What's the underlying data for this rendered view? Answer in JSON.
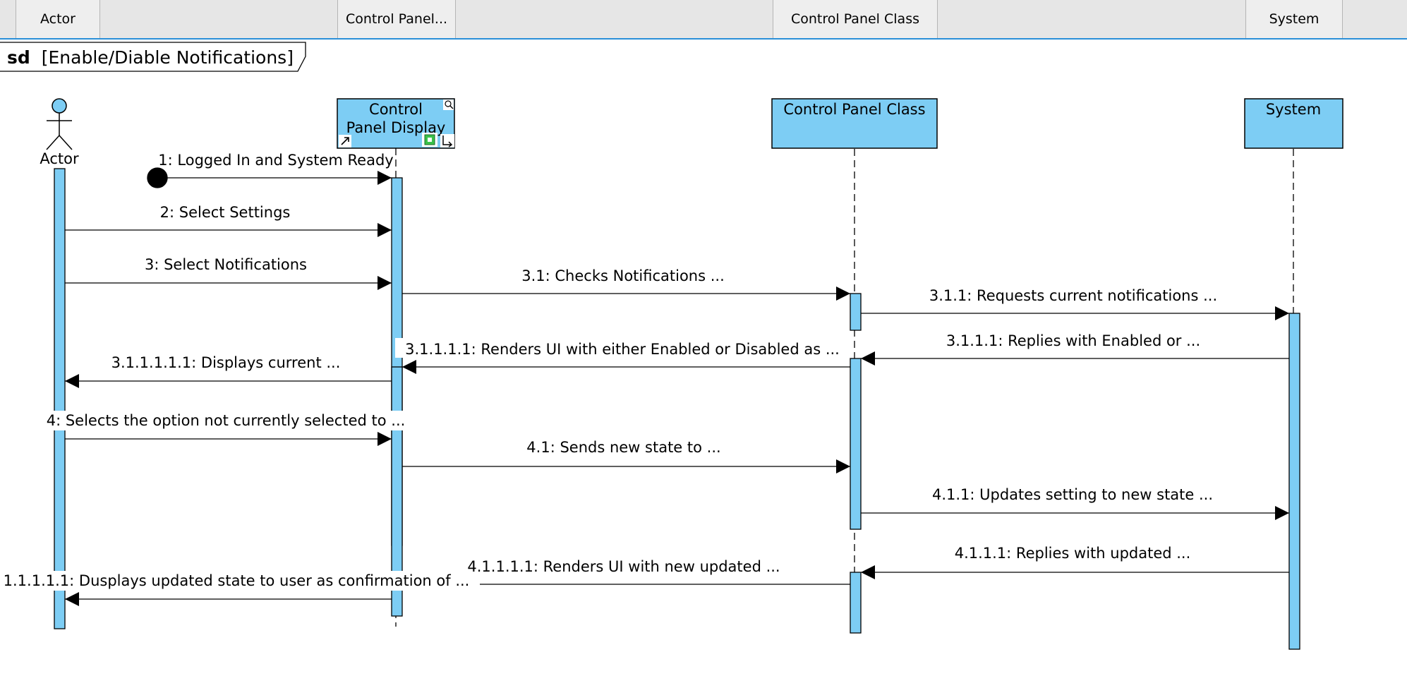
{
  "header": {
    "columns": [
      {
        "label": "Actor"
      },
      {
        "label": "Control Panel..."
      },
      {
        "label": "Control Panel Class"
      },
      {
        "label": "System"
      }
    ]
  },
  "frame": {
    "keyword": "sd",
    "title": "[Enable/Diable Notifications]"
  },
  "lifelines": [
    {
      "id": "actor",
      "kind": "actor",
      "name": "Actor"
    },
    {
      "id": "display",
      "kind": "object",
      "name_lines": [
        "Control",
        "Panel Display"
      ]
    },
    {
      "id": "class",
      "kind": "object",
      "name_lines": [
        "Control Panel Class"
      ]
    },
    {
      "id": "system",
      "kind": "object",
      "name_lines": [
        "System"
      ]
    }
  ],
  "messages": [
    {
      "label": "1: Logged In and System Ready",
      "from": "found",
      "to": "display",
      "direction": "right"
    },
    {
      "label": "2: Select Settings",
      "from": "actor",
      "to": "display",
      "direction": "right"
    },
    {
      "label": "3: Select Notifications",
      "from": "actor",
      "to": "display",
      "direction": "right"
    },
    {
      "label": "3.1: Checks Notifications ...",
      "from": "display",
      "to": "class",
      "direction": "right"
    },
    {
      "label": "3.1.1: Requests current notifications ...",
      "from": "class",
      "to": "system",
      "direction": "right"
    },
    {
      "label": "3.1.1.1: Replies with Enabled or ...",
      "from": "system",
      "to": "class",
      "direction": "left"
    },
    {
      "label": "3.1.1.1.1: Renders UI with either Enabled or Disabled as ...",
      "from": "class",
      "to": "display",
      "direction": "left"
    },
    {
      "label": "3.1.1.1.1.1: Displays current ...",
      "from": "display",
      "to": "actor",
      "direction": "left"
    },
    {
      "label": "4: Selects the option not currently selected to ...",
      "from": "actor",
      "to": "display",
      "direction": "right"
    },
    {
      "label": "4.1: Sends new state to ...",
      "from": "display",
      "to": "class",
      "direction": "right"
    },
    {
      "label": "4.1.1: Updates setting to new state ...",
      "from": "class",
      "to": "system",
      "direction": "right"
    },
    {
      "label": "4.1.1.1: Replies with updated ...",
      "from": "system",
      "to": "class",
      "direction": "left"
    },
    {
      "label": "4.1.1.1.1: Renders UI with new updated ...",
      "from": "class",
      "to": "display",
      "direction": "left"
    },
    {
      "label": "1.1.1.1.1: Dusplays updated state to user as confirmation of ...",
      "from": "display",
      "to": "actor",
      "direction": "left"
    }
  ],
  "colors": {
    "lifeline_fill": "#7dcdf4",
    "header_bg": "#e6e6e6",
    "header_border": "#2b8fd8",
    "line": "#000000"
  }
}
